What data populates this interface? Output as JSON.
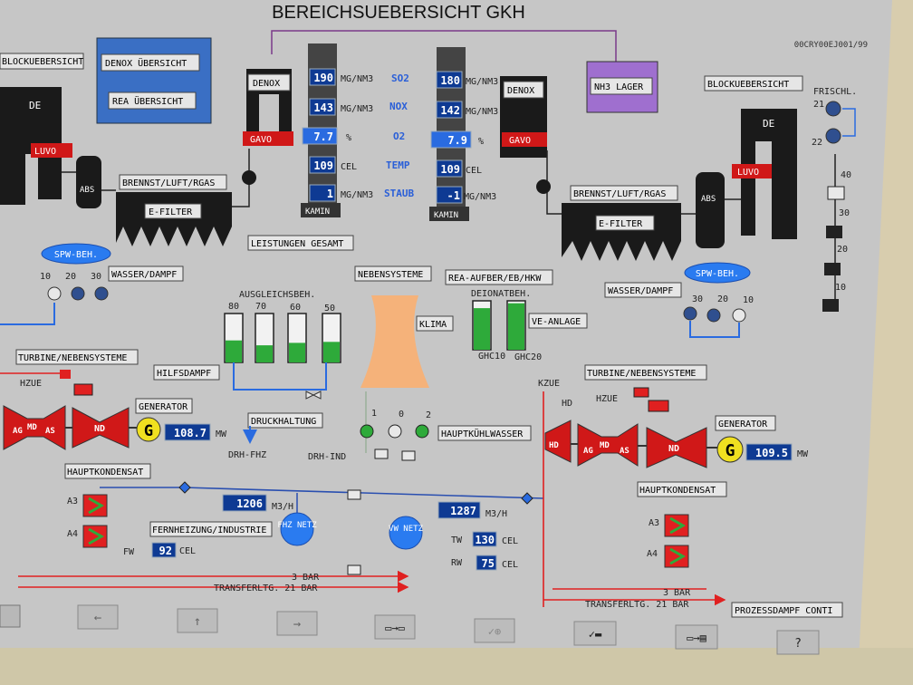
{
  "title": "BEREICHSUEBERSICHT GKH",
  "code": "00CRY00EJ001/99",
  "left_block": {
    "blockuebersicht": "BLOCKUEBERSICHT",
    "de": "DE",
    "luvo": "LUVO",
    "abs": "ABS",
    "brennst": "BRENNST/LUFT/RGAS",
    "efilter": "E-FILTER",
    "denox": "DENOX",
    "gavo": "GAVO",
    "spw": "SPW-BEH.",
    "wasser": "WASSER/DAMPF",
    "spw_levels": [
      "10",
      "20",
      "30"
    ],
    "turbine": "TURBINE/NEBENSYSTEME",
    "hzue": "HZUE",
    "ag": "AG",
    "md": "MD",
    "as": "AS",
    "nd": "ND",
    "generator": "GENERATOR",
    "g": "G",
    "power": "108.7",
    "mw": "MW",
    "hauptkondensat": "HAUPTKONDENSAT",
    "a3": "A3",
    "a4": "A4",
    "fw": "FW"
  },
  "center": {
    "denox_uebersicht": "DENOX ÜBERSICHT",
    "rea_uebersicht": "REA ÜBERSICHT",
    "leistungen": "LEISTUNGEN GESAMT",
    "kamin": "KAMIN",
    "labels": [
      "SO2",
      "NOX",
      "O2",
      "TEMP",
      "STAUB"
    ],
    "left_values": [
      "190",
      "143",
      "7.7",
      "109",
      "1"
    ],
    "left_units": [
      "MG/NM3",
      "MG/NM3",
      "%",
      "CEL",
      "MG/NM3"
    ],
    "right_values": [
      "180",
      "142",
      "7.9",
      "109",
      "-1"
    ],
    "right_units": [
      "MG/NM3",
      "MG/NM3",
      "%",
      "CEL",
      "MG/NM3"
    ],
    "nh3": "NH3 LAGER",
    "ausgleich": "AUSGLEICHSBEH.",
    "tanks": [
      "80",
      "70",
      "60",
      "50"
    ],
    "tank_levels": [
      0.45,
      0.35,
      0.4,
      0.42
    ],
    "hilfsdampf": "HILFSDAMPF",
    "druckhaltung": "DRUCKHALTUNG",
    "drh_fhz": "DRH-FHZ",
    "drh_ind": "DRH-IND",
    "nebensysteme": "NEBENSYSTEME",
    "klima": "KLIMA",
    "rea_aufber": "REA-AUFBER/EB/HKW",
    "deionat": "DEIONATBEH.",
    "ve_anlage": "VE-ANLAGE",
    "ghc10": "GHC10",
    "ghc20": "GHC20",
    "deionat_levels": [
      0.85,
      0.95
    ],
    "pumps": [
      "1",
      "0",
      "2"
    ],
    "hauptkuehl": "HAUPTKÜHLWASSER",
    "flow_left": "1206",
    "flow_right": "1287",
    "m3h": "M3/H",
    "fhz_netz": "FHZ NETZ",
    "vw_netz": "VW NETZ",
    "fernheizung": "FERNHEIZUNG/INDUSTRIE",
    "fw_value": "92",
    "cel": "CEL",
    "tw": "TW",
    "tw_value": "130",
    "rw": "RW",
    "rw_value": "75",
    "bar3": "3 BAR",
    "transfer": "TRANSFERLTG. 21 BAR"
  },
  "right_block": {
    "blockuebersicht": "BLOCKUEBERSICHT",
    "frischl": "FRISCHL.",
    "frischl_levels": [
      "21",
      "22"
    ],
    "de": "DE",
    "luvo": "LUVO",
    "abs": "ABS",
    "brennst": "BRENNST/LUFT/RGAS",
    "efilter": "E-FILTER",
    "denox": "DENOX",
    "gavo": "GAVO",
    "spw": "SPW-BEH.",
    "wasser": "WASSER/DAMPF",
    "spw_levels": [
      "30",
      "20",
      "10"
    ],
    "ladder": [
      "40",
      "30",
      "20",
      "10"
    ],
    "turbine": "TURBINE/NEBENSYSTEME",
    "kzue": "KZUE",
    "hd": "HD",
    "hzue": "HZUE",
    "ag": "AG",
    "md": "MD",
    "as": "AS",
    "nd": "ND",
    "generator": "GENERATOR",
    "g": "G",
    "power": "109.5",
    "mw": "MW",
    "hauptkondensat": "HAUPTKONDENSAT",
    "a3": "A3",
    "a4": "A4",
    "bar3": "3 BAR",
    "transfer": "TRANSFERLTG. 21 BAR",
    "prozessdampf": "PROZESSDAMPF CONTI"
  },
  "toolbar": {
    "help": "?"
  },
  "colors": {
    "screen_bg": "#c5c5c5",
    "steam_red": "#e02020",
    "water_blue": "#2a6be0",
    "value_box": "#0e3a93",
    "tank_green": "#2eaa3a",
    "denox_blue": "#3a6fc4",
    "nh3_purple": "#9f6fcf",
    "tower_orange": "#f5b27a"
  }
}
